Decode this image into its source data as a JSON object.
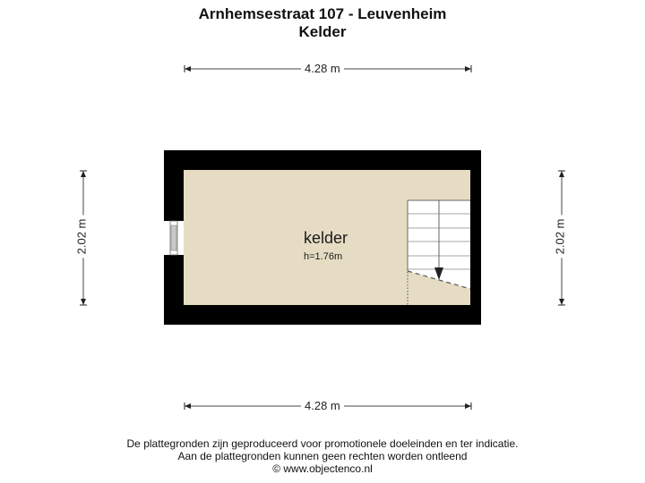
{
  "header": {
    "title": "Arnhemsestraat 107 - Leuvenheim",
    "subtitle": "Kelder"
  },
  "dimensions": {
    "top_width": "4.28 m",
    "bottom_width": "4.28 m",
    "left_depth": "2.02 m",
    "right_depth": "2.02 m"
  },
  "rooms": [
    {
      "name": "kelder",
      "height": "h=1.76m"
    }
  ],
  "plan": {
    "floor_color": "#e5dcc3",
    "wall_color": "#000000",
    "stair_fill": "#ffffff",
    "stair_line_color": "#777777",
    "window_color": "#c8c8c8",
    "icons": [
      "window-icon",
      "staircase-icon",
      "stair-direction-arrow-icon"
    ]
  },
  "footer": {
    "line1": "De plattegronden zijn geproduceerd voor promotionele doeleinden en ter indicatie.",
    "line2": "Aan de plattegronden kunnen geen rechten worden ontleend",
    "line3": "© www.objectenco.nl"
  }
}
